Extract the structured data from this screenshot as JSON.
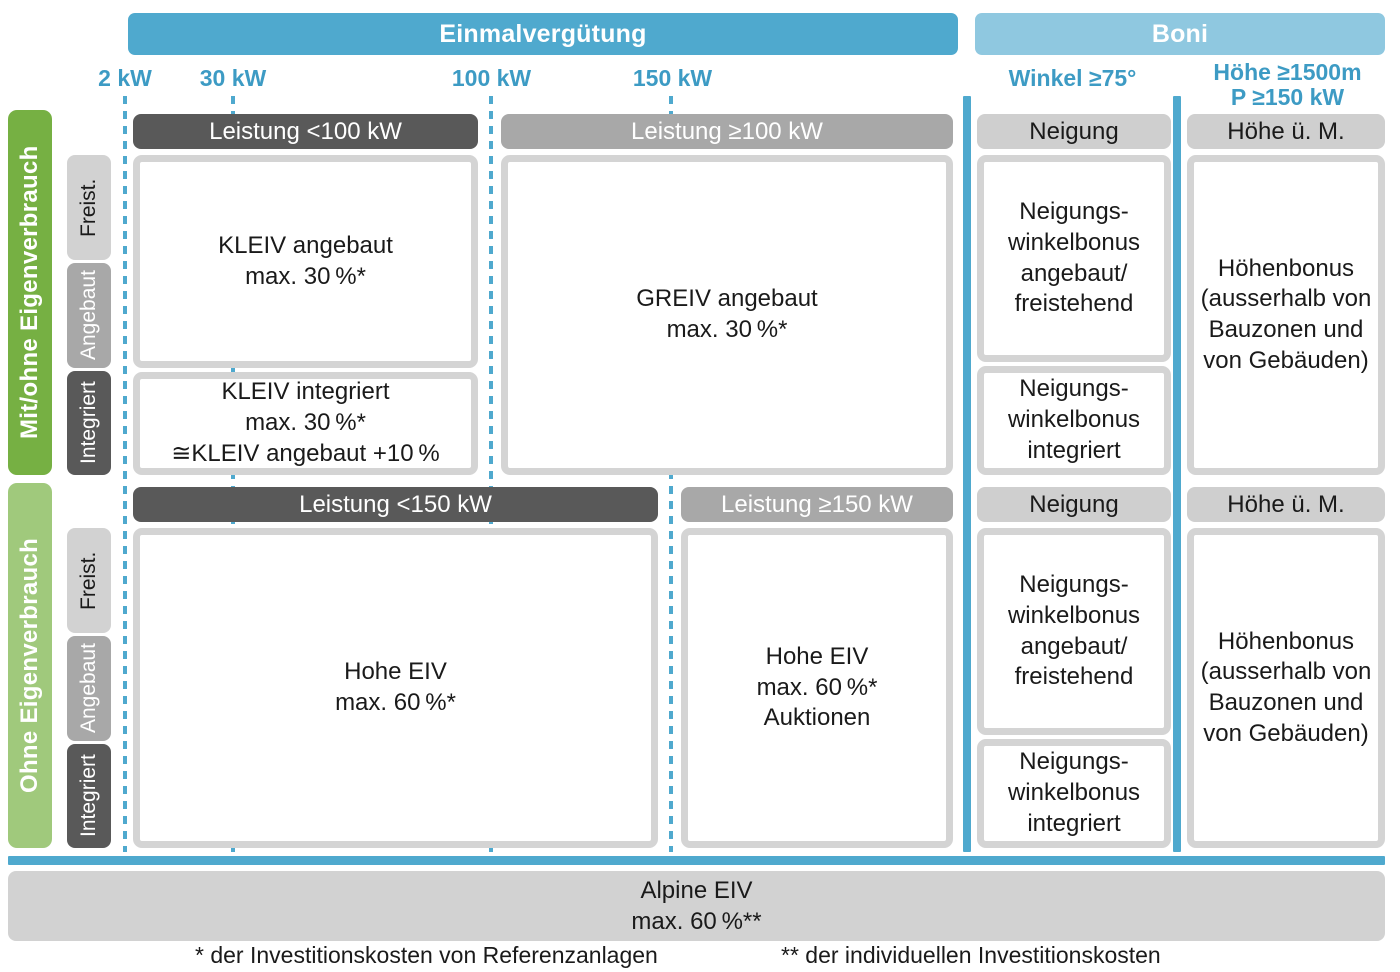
{
  "header": {
    "eiv_title": "Einmalvergütung",
    "boni_title": "Boni"
  },
  "scale": {
    "ticks": [
      {
        "label": "2 kW"
      },
      {
        "label": "30 kW"
      },
      {
        "label": "100 kW"
      },
      {
        "label": "150 kW"
      }
    ],
    "boni_conditions": [
      {
        "line1": "Winkel ≥75°",
        "line2": ""
      },
      {
        "line1": "Höhe ≥1500m",
        "line2": "P ≥150 kW"
      }
    ]
  },
  "rows": [
    {
      "side_label": "Mit/ohne Eigenverbrauch",
      "types": [
        "Freist.",
        "Angebaut",
        "Integriert"
      ],
      "strips": [
        {
          "label": "Leistung <100 kW",
          "tone": "dark"
        },
        {
          "label": "Leistung ≥100 kW",
          "tone": "mid"
        },
        {
          "label": "Neigung",
          "tone": "light"
        },
        {
          "label": "Höhe ü. M.",
          "tone": "light"
        }
      ],
      "boxes": {
        "kleiv_angebaut": "KLEIV angebaut\nmax. 30 %*",
        "kleiv_integriert": "KLEIV integriert\nmax. 30 %*\n≅KLEIV angebaut +10 %",
        "greiv": "GREIV angebaut\nmax. 30 %*",
        "neigung_angebaut": "Neigungs-\nwinkelbonus\nangebaut/\nfreistehend",
        "neigung_integriert": "Neigungs-\nwinkelbonus\nintegriert",
        "hoehe": "Höhenbonus\n(ausserhalb von\nBauzonen und\nvon Gebäuden)"
      }
    },
    {
      "side_label": "Ohne Eigenverbrauch",
      "types": [
        "Freist.",
        "Angebaut",
        "Integriert"
      ],
      "strips": [
        {
          "label": "Leistung <150 kW",
          "tone": "dark"
        },
        {
          "label": "Leistung ≥150 kW",
          "tone": "mid"
        },
        {
          "label": "Neigung",
          "tone": "light"
        },
        {
          "label": "Höhe ü. M.",
          "tone": "light"
        }
      ],
      "boxes": {
        "hohe_eiv_low": "Hohe EIV\nmax. 60 %*",
        "hohe_eiv_high": "Hohe EIV\nmax. 60 %*\nAuktionen",
        "neigung_angebaut": "Neigungs-\nwinkelbonus\nangebaut/\nfreistehend",
        "neigung_integriert": "Neigungs-\nwinkelbonus\nintegriert",
        "hoehe": "Höhenbonus\n(ausserhalb von\nBauzonen und\nvon Gebäuden)"
      }
    }
  ],
  "footer": {
    "alpine": "Alpine EIV\nmax. 60 %**",
    "footnote_1": "* der Investitionskosten von Referenzanlagen",
    "footnote_2": "** der individuellen Investitionskosten"
  },
  "colors": {
    "blue": "#4FA9CE",
    "blue_light": "#8FC8E0",
    "green_dark": "#76B043",
    "green_light": "#A0C97C",
    "grey_dark": "#595959",
    "grey_mid": "#A8A8A8",
    "grey_light": "#CFCFCF",
    "box_border": "#D4D4D4"
  }
}
